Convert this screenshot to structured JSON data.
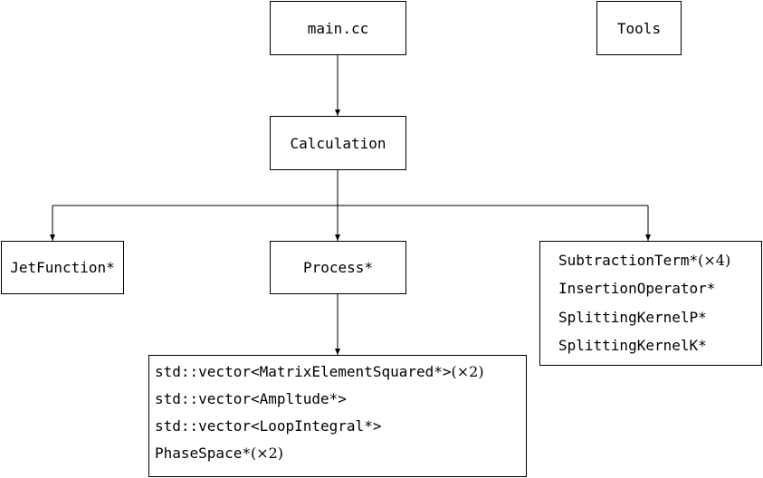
{
  "nodes": {
    "main": "main.cc",
    "tools": "Tools",
    "calculation": "Calculation",
    "jet_function": "JetFunction*",
    "process": "Process*",
    "subtraction": {
      "items": [
        {
          "code": "SubtractionTerm*",
          "mult": "(×4)"
        },
        {
          "code": "InsertionOperator*",
          "mult": ""
        },
        {
          "code": "SplittingKernelP*",
          "mult": ""
        },
        {
          "code": "SplittingKernelK*",
          "mult": ""
        }
      ]
    },
    "process_members": {
      "items": [
        {
          "code": "std::vector<MatrixElementSquared*>",
          "mult": "(×2)"
        },
        {
          "code": "std::vector<Ampltude*>",
          "mult": ""
        },
        {
          "code": "std::vector<LoopIntegral*>",
          "mult": ""
        },
        {
          "code": "PhaseSpace*",
          "mult": "(×2)"
        }
      ]
    }
  },
  "colors": {
    "stroke": "#000000",
    "background": "#ffffff"
  }
}
